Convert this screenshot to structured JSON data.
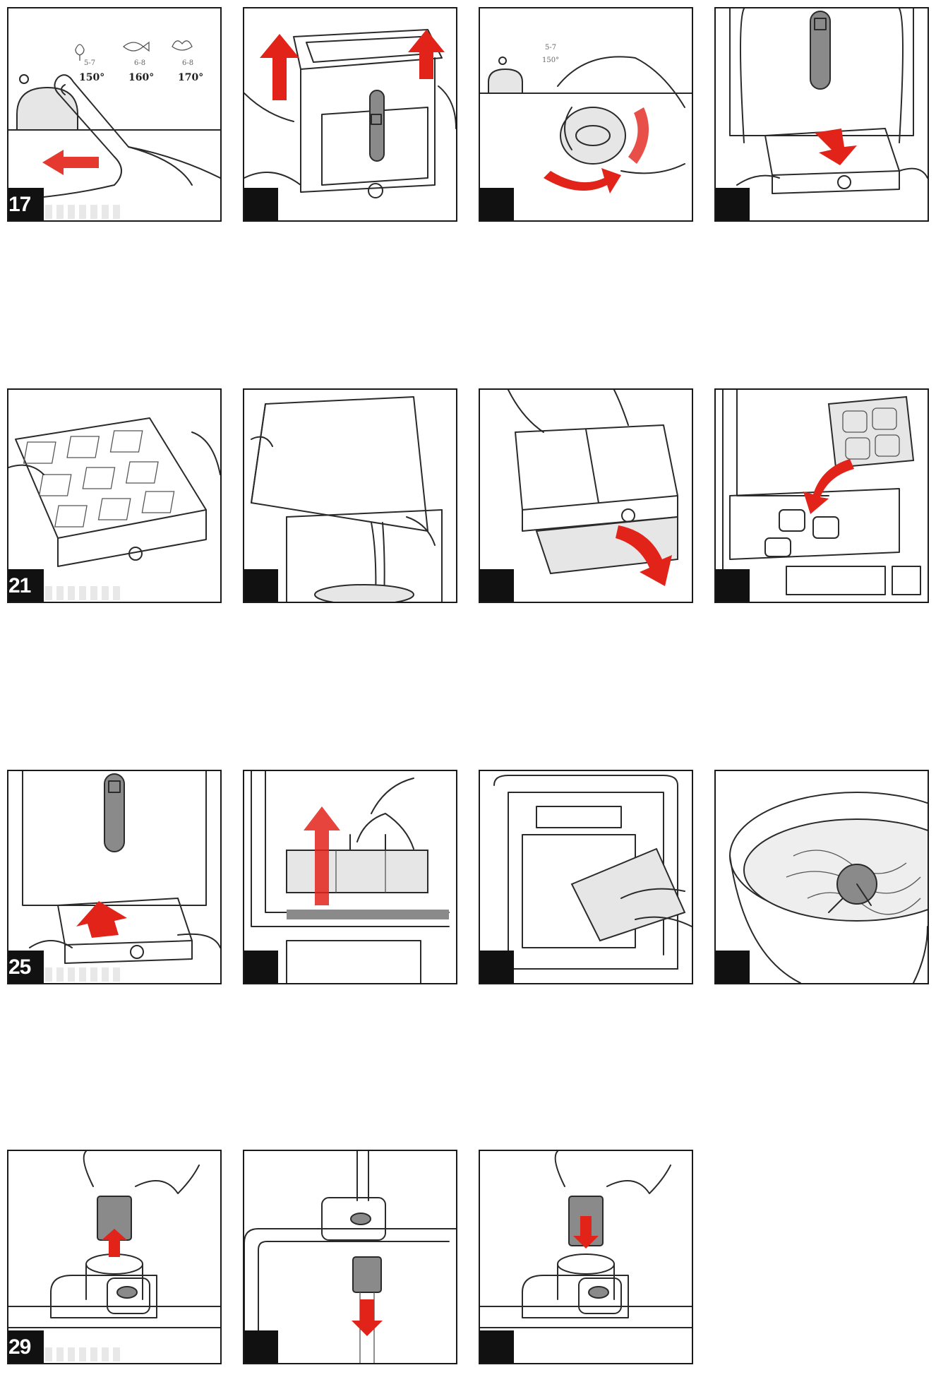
{
  "steps": [
    {
      "number": "17"
    },
    {
      "number": ""
    },
    {
      "number": ""
    },
    {
      "number": ""
    },
    {
      "number": "21"
    },
    {
      "number": ""
    },
    {
      "number": ""
    },
    {
      "number": ""
    },
    {
      "number": "25"
    },
    {
      "number": ""
    },
    {
      "number": ""
    },
    {
      "number": ""
    },
    {
      "number": "29"
    },
    {
      "number": ""
    },
    {
      "number": ""
    }
  ],
  "thermostat_labels": {
    "ranges": [
      "5-7",
      "6-8",
      "6-8"
    ],
    "temps": [
      "150°",
      "160°",
      "170°"
    ],
    "panel3_range": "5-7",
    "panel3_temp": "150°"
  },
  "colors": {
    "arrow_red": "#e2231a",
    "arrow_pale": "#f7b7b0",
    "frame": "#1a1a1a",
    "fill_grey": "#e6e6e6"
  },
  "icons": [
    "finger-press",
    "lift-arrows",
    "rotate-knob",
    "drawer-out",
    "filter-cover",
    "oil-pour",
    "filter-tray",
    "ice-cubes",
    "drawer-in",
    "lift-filter",
    "wipe-lid",
    "soak-bowl",
    "pull-knob",
    "rinse-tap",
    "push-knob"
  ]
}
